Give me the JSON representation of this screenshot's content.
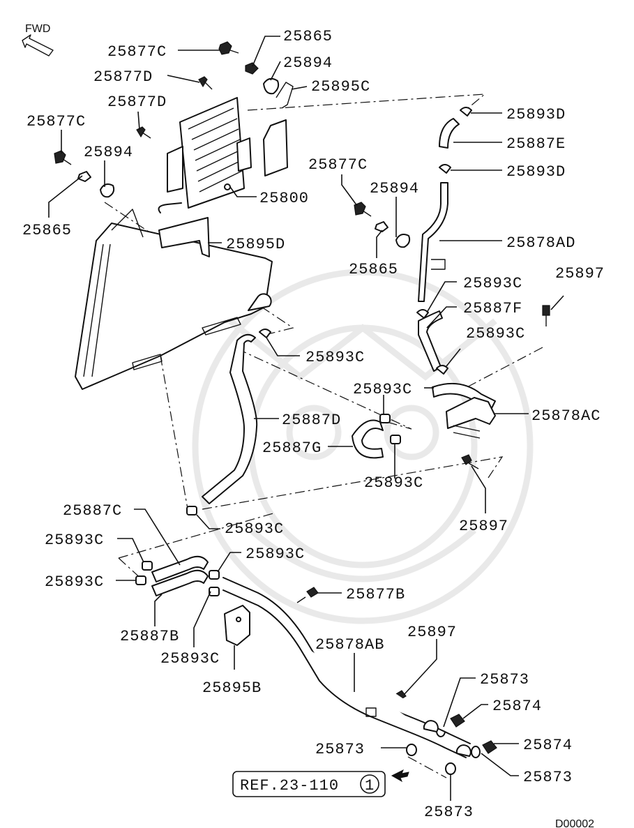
{
  "fwd": "FWD",
  "ref": {
    "text": "REF.23-110",
    "circle": "1"
  },
  "code": "D00002",
  "labels": {
    "l_25865_top": "25865",
    "l_25877C_top": "25877C",
    "l_25894_top": "25894",
    "l_25877D_a": "25877D",
    "l_25895C": "25895C",
    "l_25877D_b": "25877D",
    "l_25877C_left": "25877C",
    "l_25894_left": "25894",
    "l_25800": "25800",
    "l_25865_left": "25865",
    "l_25895D": "25895D",
    "l_25893D_a": "25893D",
    "l_25887E": "25887E",
    "l_25893D_b": "25893D",
    "l_25877C_mid": "25877C",
    "l_25894_mid": "25894",
    "l_25878AD": "25878AD",
    "l_25865_mid": "25865",
    "l_25893C_r1": "25893C",
    "l_25897_r": "25897",
    "l_25887F": "25887F",
    "l_25893C_r2": "25893C",
    "l_25893C_c1": "25893C",
    "l_25893C_c2": "25893C",
    "l_25878AC": "25878AC",
    "l_25887D": "25887D",
    "l_25887G": "25887G",
    "l_25893C_c3": "25893C",
    "l_25897_b": "25897",
    "l_25887C": "25887C",
    "l_25893C_c4": "25893C",
    "l_25893C_l1": "25893C",
    "l_25893C_c5": "25893C",
    "l_25893C_l2": "25893C",
    "l_25877B": "25877B",
    "l_25887B": "25887B",
    "l_25893C_l3": "25893C",
    "l_25897_c": "25897",
    "l_25878AB": "25878AB",
    "l_25895B": "25895B",
    "l_25873_a": "25873",
    "l_25874_a": "25874",
    "l_25873_b": "25873",
    "l_25874_b": "25874",
    "l_25873_c": "25873",
    "l_25873_d": "25873"
  }
}
